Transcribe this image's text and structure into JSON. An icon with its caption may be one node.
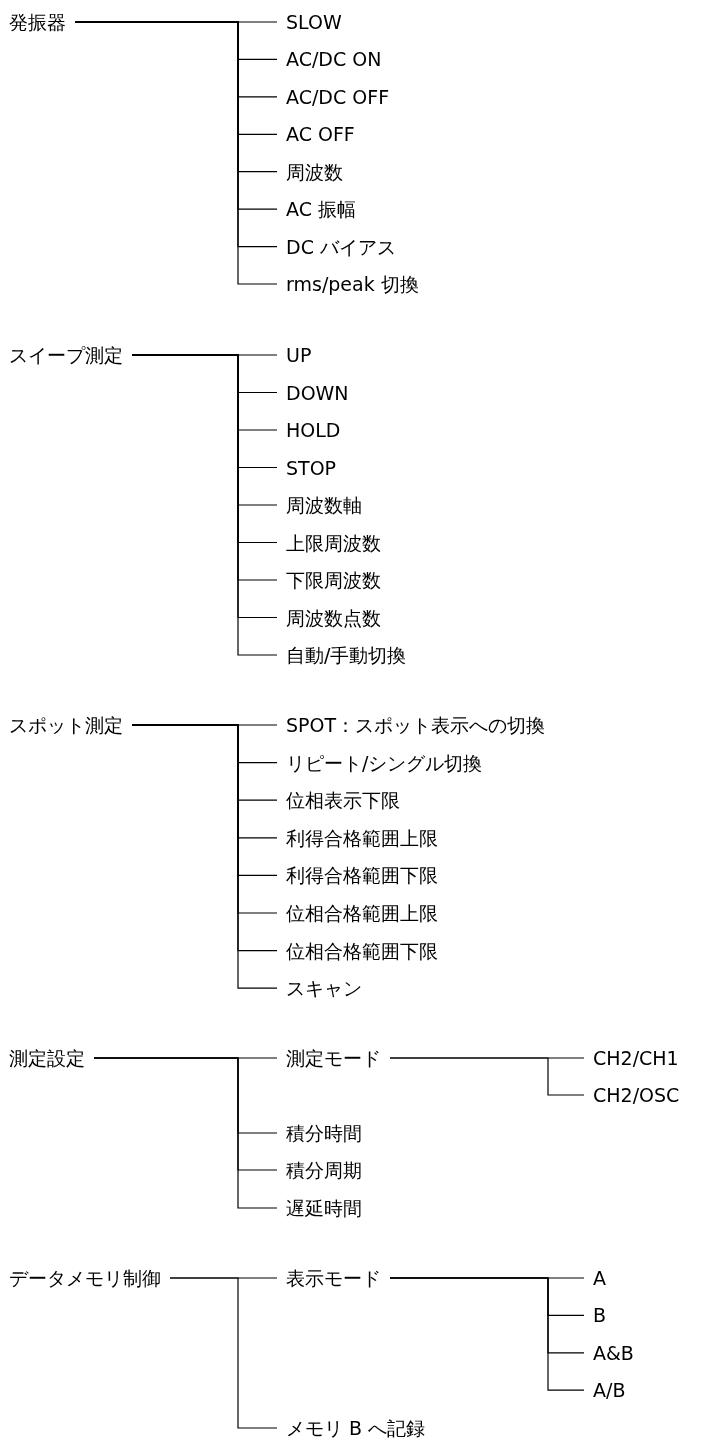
{
  "diagram": {
    "nodes": [
      {
        "text": [
          "発振器"
        ]
      },
      {
        "text": [
          "SLOW"
        ]
      },
      {
        "text": [
          "AC/DC ON"
        ]
      },
      {
        "text": [
          "AC/DC OFF"
        ]
      },
      {
        "text": [
          "AC OFF"
        ]
      },
      {
        "text": [
          "周波数"
        ]
      },
      {
        "text": [
          "AC 振幅"
        ]
      },
      {
        "text": [
          "DC バイアス"
        ]
      },
      {
        "text": [
          "rms/peak 切換"
        ]
      },
      {
        "text": [
          "スイープ測定"
        ]
      },
      {
        "text": [
          "UP"
        ]
      },
      {
        "text": [
          "DOWN"
        ]
      },
      {
        "text": [
          "HOLD"
        ]
      },
      {
        "text": [
          "STOP"
        ]
      },
      {
        "text": [
          "周波数軸"
        ]
      },
      {
        "text": [
          "上限周波数"
        ]
      },
      {
        "text": [
          "下限周波数"
        ]
      },
      {
        "text": [
          "周波数点数"
        ]
      },
      {
        "text": [
          "自動/手動切換"
        ]
      },
      {
        "text": [
          "スポット測定"
        ]
      },
      {
        "text": [
          "SPOT：スポット表示への切換"
        ]
      },
      {
        "text": [
          "リピート/シングル切換"
        ]
      },
      {
        "text": [
          "位相表示下限"
        ]
      },
      {
        "text": [
          "利得合格範囲上限"
        ]
      },
      {
        "text": [
          "利得合格範囲下限"
        ]
      },
      {
        "text": [
          "位相合格範囲上限"
        ]
      },
      {
        "text": [
          "位相合格範囲下限"
        ]
      },
      {
        "text": [
          "スキャン"
        ]
      },
      {
        "text": [
          "測定設定"
        ]
      },
      {
        "text": [
          "測定モード"
        ]
      },
      {
        "text": [
          "CH2/CH1"
        ]
      },
      {
        "text": [
          "CH2/OSC"
        ]
      },
      {
        "text": [
          "積分時間"
        ]
      },
      {
        "text": [
          "積分周期"
        ]
      },
      {
        "text": [
          "遅延時間"
        ]
      },
      {
        "text": [
          "データメモリ制御"
        ]
      },
      {
        "text": [
          "表示モード"
        ]
      },
      {
        "text": [
          "A"
        ]
      },
      {
        "text": [
          "B"
        ]
      },
      {
        "text": [
          "A&B"
        ]
      },
      {
        "text": [
          "A/B"
        ]
      },
      {
        "text": [
          "メモリ B へ記録"
        ]
      }
    ],
    "edges": [
      {
        "from": 0,
        "to": 1,
        "arrow": "none"
      },
      {
        "from": 0,
        "to": 2,
        "arrow": "none"
      },
      {
        "from": 0,
        "to": 3,
        "arrow": "none"
      },
      {
        "from": 0,
        "to": 4,
        "arrow": "none"
      },
      {
        "from": 0,
        "to": 5,
        "arrow": "none"
      },
      {
        "from": 0,
        "to": 6,
        "arrow": "none"
      },
      {
        "from": 0,
        "to": 7,
        "arrow": "none"
      },
      {
        "from": 0,
        "to": 8,
        "arrow": "none"
      },
      {
        "from": 9,
        "to": 10,
        "arrow": "none"
      },
      {
        "from": 9,
        "to": 11,
        "arrow": "none"
      },
      {
        "from": 9,
        "to": 12,
        "arrow": "none"
      },
      {
        "from": 9,
        "to": 13,
        "arrow": "none"
      },
      {
        "from": 9,
        "to": 14,
        "arrow": "none"
      },
      {
        "from": 9,
        "to": 15,
        "arrow": "none"
      },
      {
        "from": 9,
        "to": 16,
        "arrow": "none"
      },
      {
        "from": 9,
        "to": 17,
        "arrow": "none"
      },
      {
        "from": 9,
        "to": 18,
        "arrow": "none"
      },
      {
        "from": 19,
        "to": 20,
        "arrow": "none"
      },
      {
        "from": 19,
        "to": 21,
        "arrow": "none"
      },
      {
        "from": 19,
        "to": 22,
        "arrow": "none"
      },
      {
        "from": 19,
        "to": 23,
        "arrow": "none"
      },
      {
        "from": 19,
        "to": 24,
        "arrow": "none"
      },
      {
        "from": 19,
        "to": 25,
        "arrow": "none"
      },
      {
        "from": 19,
        "to": 26,
        "arrow": "none"
      },
      {
        "from": 19,
        "to": 27,
        "arrow": "none"
      },
      {
        "from": 28,
        "to": 29,
        "arrow": "none"
      },
      {
        "from": 29,
        "to": 30,
        "arrow": "none"
      },
      {
        "from": 29,
        "to": 31,
        "arrow": "none"
      },
      {
        "from": 28,
        "to": 32,
        "arrow": "none"
      },
      {
        "from": 28,
        "to": 33,
        "arrow": "none"
      },
      {
        "from": 28,
        "to": 34,
        "arrow": "none"
      },
      {
        "from": 35,
        "to": 36,
        "arrow": "none"
      },
      {
        "from": 36,
        "to": 37,
        "arrow": "none"
      },
      {
        "from": 36,
        "to": 38,
        "arrow": "none"
      },
      {
        "from": 36,
        "to": 39,
        "arrow": "none"
      },
      {
        "from": 36,
        "to": 40,
        "arrow": "none"
      },
      {
        "from": 35,
        "to": 41,
        "arrow": "none"
      }
    ]
  }
}
